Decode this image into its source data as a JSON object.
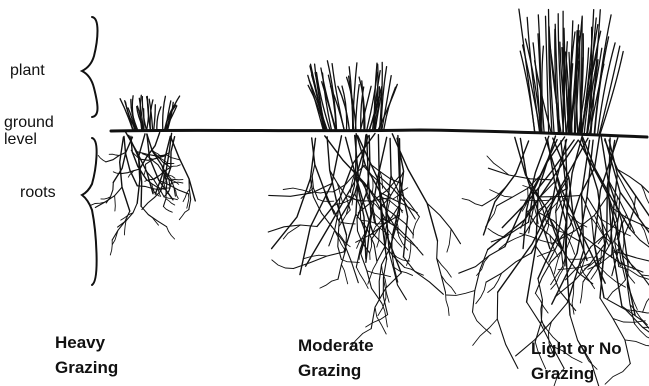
{
  "labels": {
    "plant": "plant",
    "ground_level": "ground\nlevel",
    "roots": "roots"
  },
  "panels": [
    {
      "caption": "Heavy\nGrazing"
    },
    {
      "caption": "Moderate\nGrazing"
    },
    {
      "caption": "Light or No\nGrazing"
    }
  ],
  "style": {
    "ink": "#111111",
    "background": "#ffffff"
  }
}
